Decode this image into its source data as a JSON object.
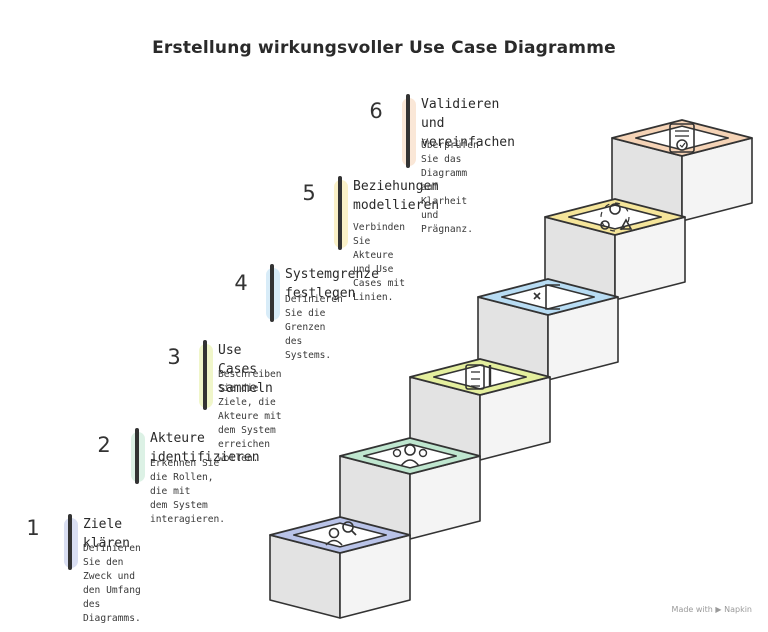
{
  "title": "Erstellung wirkungsvoller Use Case Diagramme",
  "credit": "Made with ▶ Napkin",
  "steps": [
    {
      "num": "1",
      "title": "Ziele klären",
      "desc": "Definieren Sie den Zweck und\nden Umfang des Diagramms.",
      "color": "#b9c3e8",
      "icon": "user-search-icon"
    },
    {
      "num": "2",
      "title": "Akteure identifizieren",
      "desc": "Erkennen Sie die Rollen, die mit\ndem System interagieren.",
      "color": "#bfe6cf",
      "icon": "actors-icon"
    },
    {
      "num": "3",
      "title": "Use Cases sammeln",
      "desc": "Beschreiben Sie die Ziele, die\nAkteure mit dem System\nerreichen wollen.",
      "color": "#e4ef9e",
      "icon": "checklist-pen-icon"
    },
    {
      "num": "4",
      "title": "Systemgrenze festlegen",
      "desc": "Definieren Sie die Grenzen des\nSystems.",
      "color": "#b8dcf3",
      "icon": "boundary-icon"
    },
    {
      "num": "5",
      "title": "Beziehungen\nmodellieren",
      "desc": "Verbinden Sie Akteure und Use\nCases mit Linien.",
      "color": "#f5e59a",
      "icon": "shapes-icon"
    },
    {
      "num": "6",
      "title": "Validieren und\nvereinfachen",
      "desc": "Überprüfen Sie das Diagramm\nauf Klarheit und Prägnanz.",
      "color": "#f5d3b6",
      "icon": "certificate-icon"
    }
  ]
}
